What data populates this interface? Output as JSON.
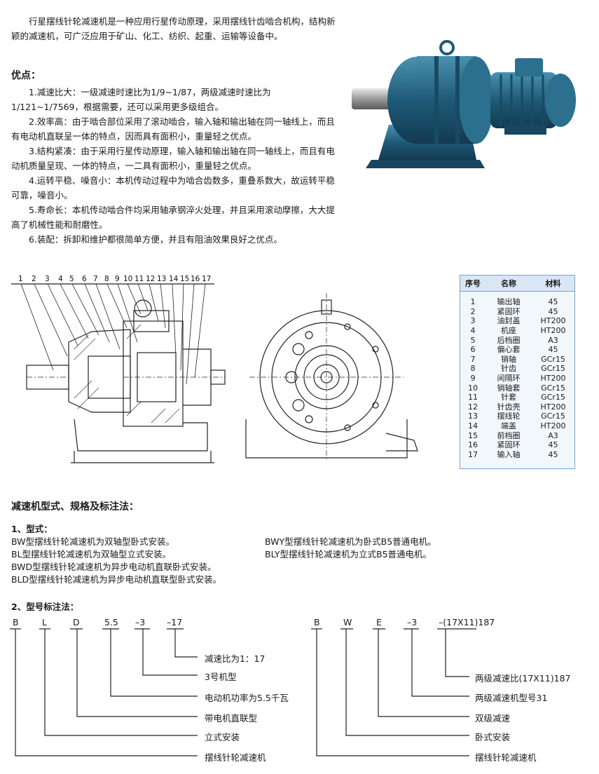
{
  "intro": "行星摆线针轮减速机是一种应用行星传动原理，采用摆线针齿啮合机构，结构新颖的减速机，可广泛应用于矿山、化工、纺织、起重、运输等设备中。",
  "advantages": {
    "title": "优点：",
    "items": [
      "1.减速比大：一级减速时速比为1/9~1/87，两级减速时速比为1/121~1/7569，根据需要，还可以采用更多级组合。",
      "2.效率高：由于啮合部位采用了滚动啮合，输入轴和输出轴在同一轴线上，而且有电动机直联呈一体的特点，因而具有面积小，重量轻之优点。",
      "3.结构紧凑：由于采用行星传动原理，输入轴和输出轴在同一轴线上，而且有电动机质量呈现、一体的特点，一二具有面积小，重量轻之优点。",
      "4.运转平稳、噪音小：本机传动过程中为啮合齿数多，重叠系数大，故运转平稳可靠，噪音小。",
      "5.寿命长：本机传动啮合件均采用轴承钢淬火处理，并且采用滚动摩擦，大大提高了机械性能和耐磨性。",
      "6.装配：拆卸和维护都很简单方便，并且有阻油效果良好之优点。"
    ]
  },
  "diagram": {
    "part_numbers": [
      "1",
      "2",
      "3",
      "4",
      "5",
      "6",
      "7",
      "8",
      "9",
      "10",
      "11",
      "12",
      "13",
      "14",
      "15",
      "16",
      "17"
    ]
  },
  "parts_table": {
    "headers": [
      "序号",
      "名称",
      "材料"
    ],
    "rows": [
      [
        "1",
        "输出轴",
        "45"
      ],
      [
        "2",
        "紧固环",
        "45"
      ],
      [
        "3",
        "油封盖",
        "HT200"
      ],
      [
        "4",
        "机座",
        "HT200"
      ],
      [
        "5",
        "后档圈",
        "A3"
      ],
      [
        "6",
        "偏心套",
        "45"
      ],
      [
        "7",
        "销轴",
        "GCr15"
      ],
      [
        "8",
        "针齿",
        "GCr15"
      ],
      [
        "9",
        "间隔环",
        "HT200"
      ],
      [
        "10",
        "销轴套",
        "GCr15"
      ],
      [
        "11",
        "针套",
        "GCr15"
      ],
      [
        "12",
        "针齿壳",
        "HT200"
      ],
      [
        "13",
        "摆线轮",
        "GCr15"
      ],
      [
        "14",
        "端盖",
        "HT200"
      ],
      [
        "15",
        "前档圈",
        "A3"
      ],
      [
        "16",
        "紧固环",
        "45"
      ],
      [
        "17",
        "输入轴",
        "45"
      ]
    ]
  },
  "models": {
    "title": "减速机型式、规格及标注法：",
    "types_title": "1、型式：",
    "types_left": [
      "BW型摆线针轮减速机为双轴型卧式安装。",
      "BL型摆线针轮减速机为双轴型立式安装。",
      "BWD型摆线针轮减速机为异步电动机直联卧式安装。",
      "BLD型摆线针轮减速机为异步电动机直联型卧式安装。"
    ],
    "types_right": [
      "BWY型摆线针轮减速机为卧式B5普通电机。",
      "BLY型摆线针轮减速机为立式B5普通电机。"
    ],
    "notation_title": "2、型号标注法：",
    "left_code": [
      "B",
      "L",
      "D",
      "5.5",
      "–3",
      "–17"
    ],
    "left_desc": [
      "减速比为1：17",
      "3号机型",
      "电动机功率为5.5千瓦",
      "带电机直联型",
      "立式安装",
      "摆线针轮减速机"
    ],
    "right_code": [
      "B",
      "W",
      "E",
      "–3",
      "–(17X11)187"
    ],
    "right_desc": [
      "两级减速比(17X11)187",
      "两级减速机型号31",
      "双级减速",
      "卧式安装",
      "摆线针轮减速机"
    ]
  },
  "colors": {
    "machine": "#1f5a78",
    "machine_light": "#3d86a6",
    "table_border": "#7fa3c8",
    "table_bg": "#f2f7fc"
  }
}
